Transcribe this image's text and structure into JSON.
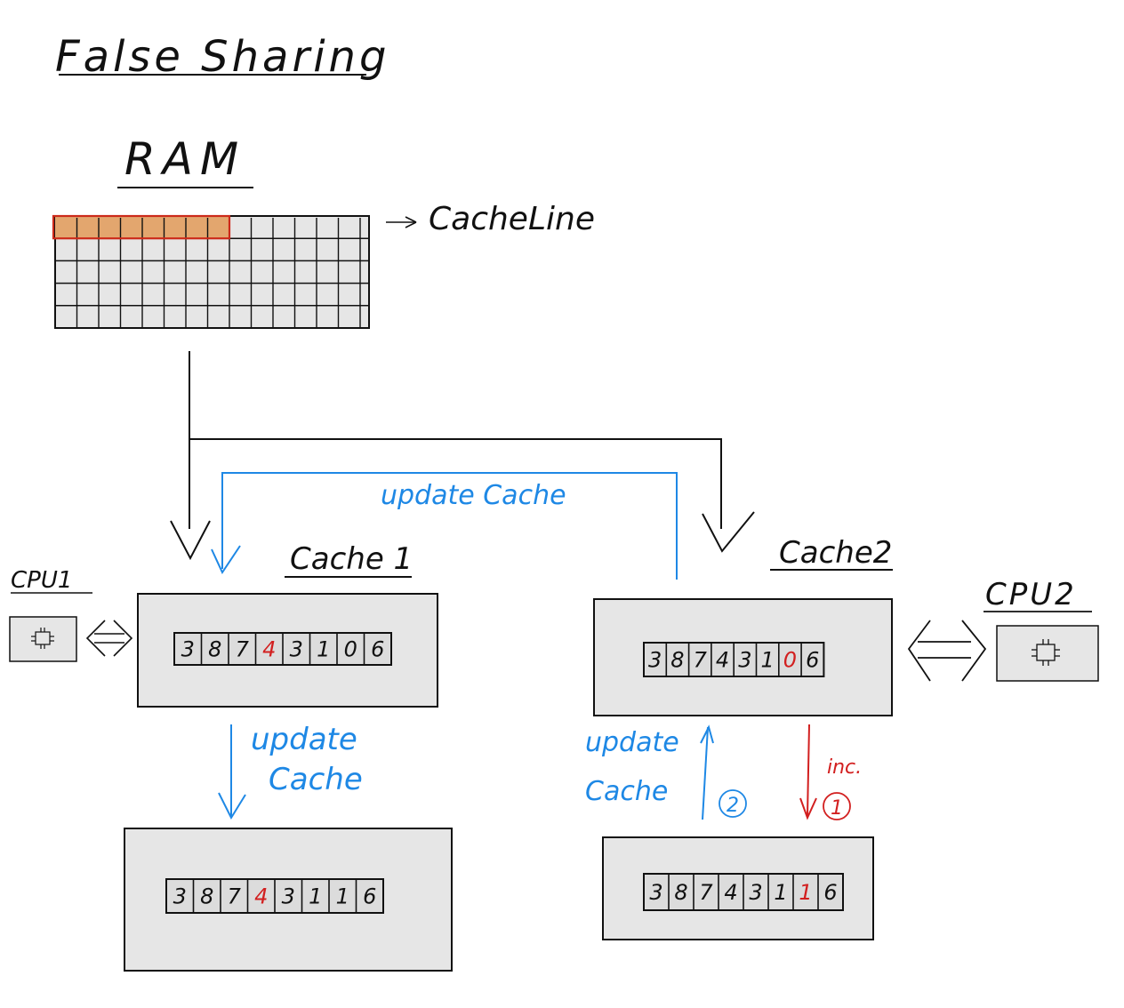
{
  "title": "False Sharing",
  "ram": {
    "label": "RAM",
    "cacheline_label": "CacheLine"
  },
  "cpu1": {
    "label": "CPU1",
    "icon": "cpu-chip-icon"
  },
  "cpu2": {
    "label": "CPU2",
    "icon": "cpu-chip-icon"
  },
  "cache1": {
    "label": "Cache 1",
    "values": [
      "3",
      "8",
      "7",
      "4",
      "3",
      "1",
      "0",
      "6"
    ],
    "highlight_index": 3
  },
  "cache2": {
    "label": "Cache2",
    "values": [
      "3",
      "8",
      "7",
      "4",
      "3",
      "1",
      "0",
      "6"
    ],
    "highlight_index": 6
  },
  "cache1_updated": {
    "values": [
      "3",
      "8",
      "7",
      "4",
      "3",
      "1",
      "1",
      "6"
    ],
    "highlight_index": 3
  },
  "cache2_updated": {
    "values": [
      "3",
      "8",
      "7",
      "4",
      "3",
      "1",
      "1",
      "6"
    ],
    "highlight_index": 6
  },
  "annotations": {
    "update_cache_top": "update Cache",
    "update_cache_left_line1": "update",
    "update_cache_left_line2": "Cache",
    "update_cache_right_line1": "update",
    "update_cache_right_line2": "Cache",
    "inc": "inc.",
    "step1": "1",
    "step2": "2"
  },
  "colors": {
    "ink": "#111111",
    "blue": "#1e88e5",
    "red": "#d21f1f",
    "box_fill": "#e6e6e6",
    "highlight_fill": "#e3a66e",
    "highlight_stroke": "#cc2a1a"
  }
}
